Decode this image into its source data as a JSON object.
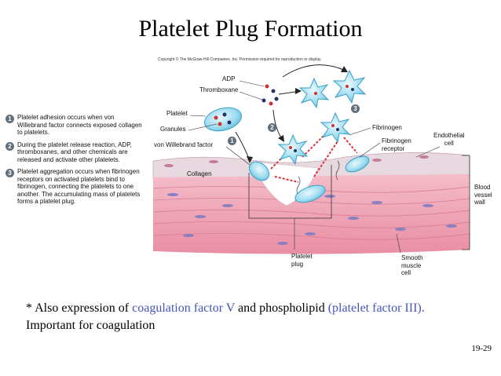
{
  "title": "Platelet Plug Formation",
  "copyright": "Copyright © The McGraw-Hill Companies, Inc. Permission required for reproduction or display.",
  "steps": [
    {
      "number": "1",
      "text": "Platelet adhesion occurs when von Willebrand factor connects exposed collagen to platelets."
    },
    {
      "number": "2",
      "text": "During the platelet release reaction, ADP, thromboxanes, and other chemicals are released and activate other platelets."
    },
    {
      "number": "3",
      "text": "Platelet aggregation occurs when fibrinogen receptors on activated platelets bind to fibrinogen, connecting the platelets to one another. The accumulating mass of platelets forms a platelet plug."
    }
  ],
  "labels": {
    "adp": "ADP",
    "thromboxane": "Thromboxane",
    "platelet": "Platelet",
    "granules": "Granules",
    "vwf": "von Willebrand factor",
    "collagen": "Collagen",
    "fibrinogen": "Fibrinogen",
    "fibrinogen_receptor_1": "Fibrinogen",
    "fibrinogen_receptor_2": "receptor",
    "endothelial_1": "Endothelial",
    "endothelial_2": "cell",
    "blood_vessel_1": "Blood",
    "blood_vessel_2": "vessel",
    "blood_vessel_3": "wall",
    "platelet_plug_1": "Platelet",
    "platelet_plug_2": "plug",
    "smooth_muscle_1": "Smooth",
    "smooth_muscle_2": "muscle",
    "smooth_muscle_3": "cell"
  },
  "markers": {
    "one": "1",
    "two": "2",
    "three": "3"
  },
  "caption": {
    "part1": "* Also expression of ",
    "highlight1": "coagulation factor V",
    "part2": " and phospholipid ",
    "highlight2": "(platelet factor III).",
    "part3": "  Important for coagulation"
  },
  "page_number": "19-29",
  "colors": {
    "platelet": "#8fd3ea",
    "tissue": "#f0a7b8",
    "endothelium": "#e6d6dd",
    "badge": "#5f6f7c",
    "highlight": "#4455bb"
  }
}
